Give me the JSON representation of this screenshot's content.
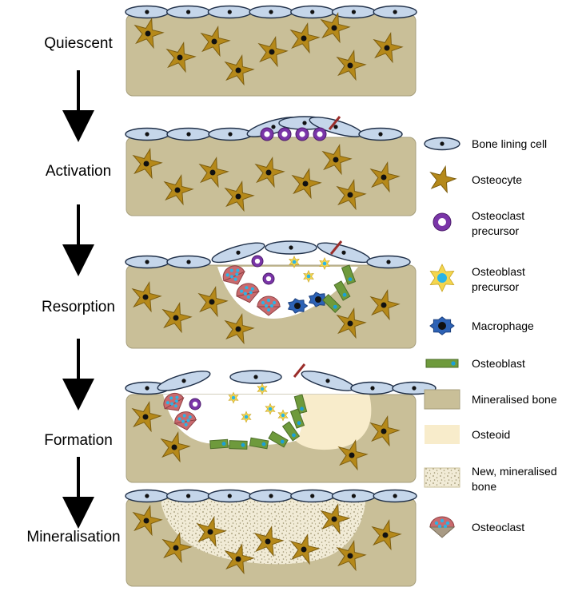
{
  "stages": [
    {
      "id": "quiescent",
      "label": "Quiescent"
    },
    {
      "id": "activation",
      "label": "Activation"
    },
    {
      "id": "resorption",
      "label": "Resorption"
    },
    {
      "id": "formation",
      "label": "Formation"
    },
    {
      "id": "mineralisation",
      "label": "Mineralisation"
    }
  ],
  "legend": [
    {
      "key": "bone-lining-cell",
      "lines": [
        "Bone lining cell"
      ]
    },
    {
      "key": "osteocyte",
      "lines": [
        "Osteocyte"
      ]
    },
    {
      "key": "osteoclast-precursor",
      "lines": [
        "Osteoclast",
        "precursor"
      ]
    },
    {
      "key": "osteoblast-precursor",
      "lines": [
        "Osteoblast",
        "precursor"
      ]
    },
    {
      "key": "macrophage",
      "lines": [
        "Macrophage"
      ]
    },
    {
      "key": "osteoblast",
      "lines": [
        "Osteoblast"
      ]
    },
    {
      "key": "mineralised-bone",
      "lines": [
        "Mineralised bone"
      ]
    },
    {
      "key": "osteoid",
      "lines": [
        "Osteoid"
      ]
    },
    {
      "key": "new-mineralised-bone",
      "lines": [
        "New, mineralised",
        "bone"
      ]
    },
    {
      "key": "osteoclast",
      "lines": [
        "Osteoclast"
      ]
    }
  ],
  "colors": {
    "bone": "#c9bf98",
    "bone_stroke": "#a79f7c",
    "lining_fill": "#c5d6ea",
    "lining_stroke": "#1f2f48",
    "osteocyte": "#b5891a",
    "osteoclast_precursor": "#7a35a8",
    "osteoblast_precursor": "#f4d64e",
    "osteoblast_precursor_core": "#2bb4e6",
    "macrophage": "#2d62b5",
    "osteoblast": "#6e9a3c",
    "osteoid": "#f8eccb",
    "osteoclast": "#c96a6e"
  }
}
